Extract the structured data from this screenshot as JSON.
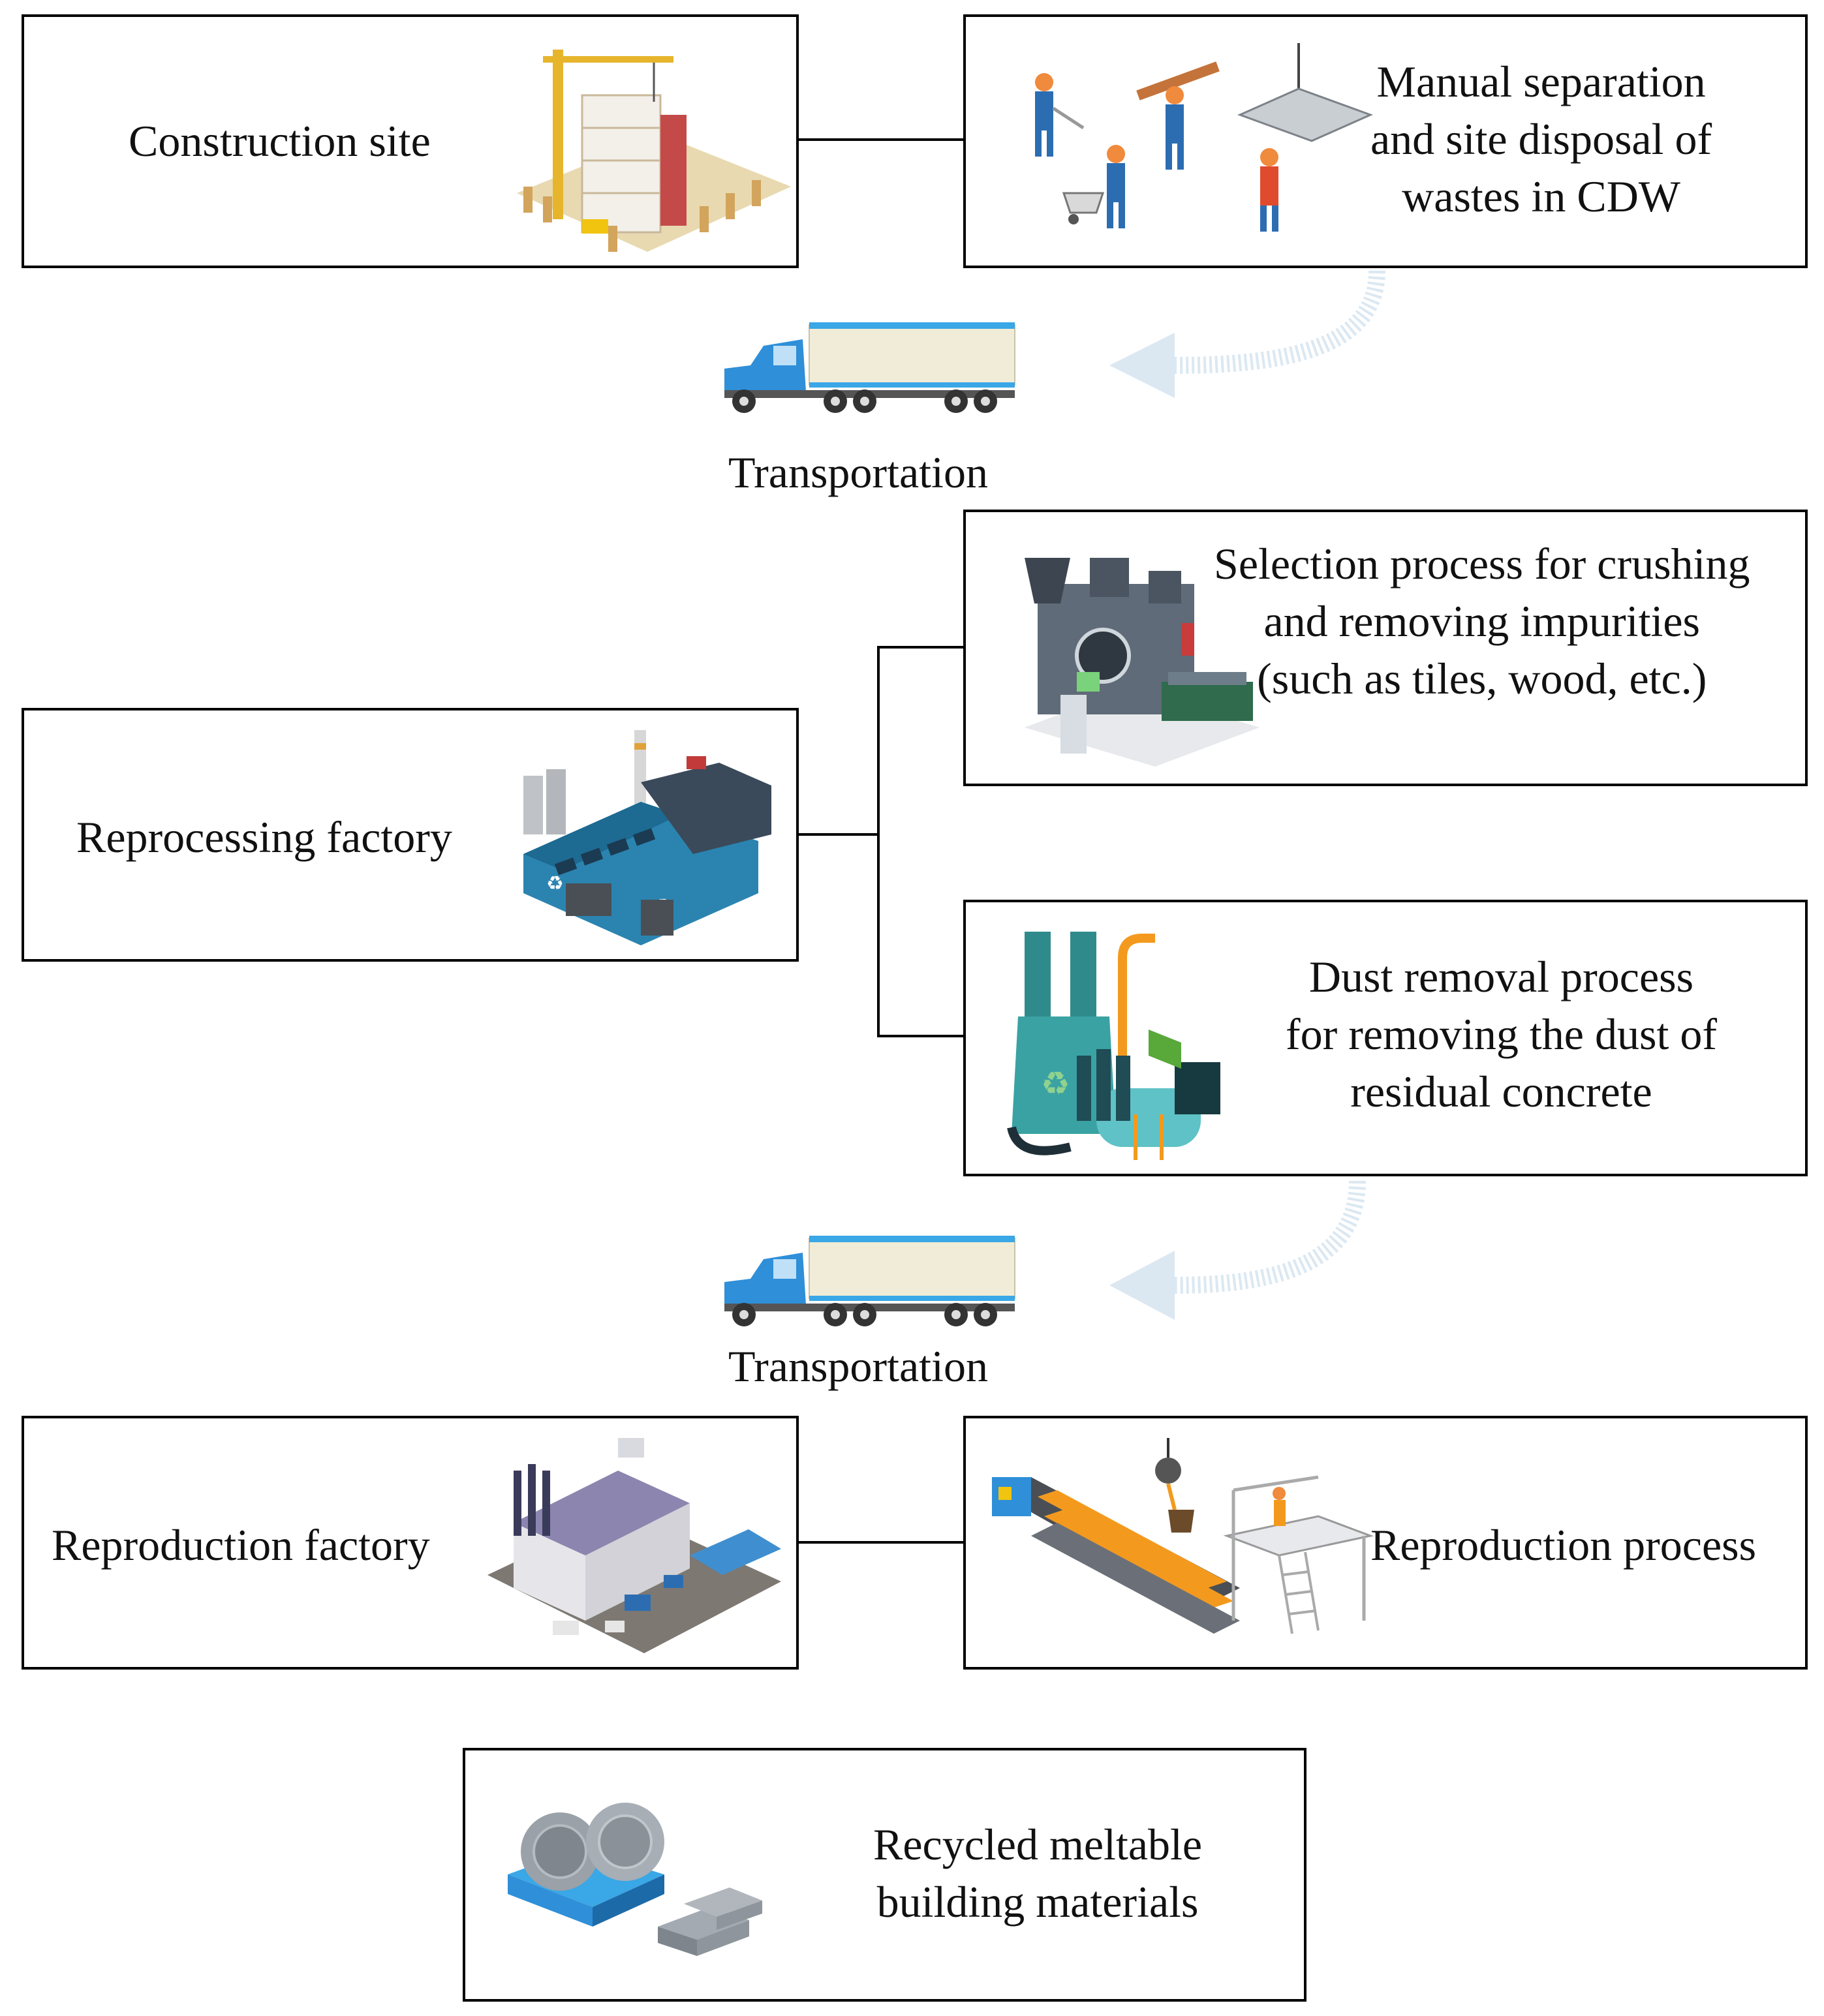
{
  "nodes": {
    "construction_site": {
      "label": "Construction site",
      "icon": "construction-crane-building-icon"
    },
    "manual_separation": {
      "lines": [
        "Manual separation",
        "and site  disposal of",
        "wastes in CDW"
      ],
      "icon": "workers-icon"
    },
    "reprocessing_factory": {
      "label": "Reprocessing factory",
      "icon": "recycling-factory-icon"
    },
    "selection_process": {
      "lines": [
        "Selection process for crushing",
        "and removing impurities",
        "(such as tiles, wood, etc.)"
      ],
      "icon": "crusher-machine-icon"
    },
    "dust_removal": {
      "lines": [
        "Dust removal process",
        "for removing the dust of",
        "residual concrete"
      ],
      "icon": "dust-collector-icon"
    },
    "reproduction_factory": {
      "label": "Reproduction factory",
      "icon": "industrial-plant-icon"
    },
    "reproduction_process": {
      "label": "Reproduction process",
      "icon": "casting-line-icon"
    },
    "recycled_materials": {
      "lines": [
        "Recycled meltable",
        "building materials"
      ],
      "icon": "metal-coils-ingots-icon"
    }
  },
  "transport": [
    {
      "label": "Transportation",
      "icon": "truck-icon"
    },
    {
      "label": "Transportation",
      "icon": "truck-icon"
    }
  ],
  "colors": {
    "truck_cab": "#2f8fd8",
    "trailer": "#f1ecd8",
    "trailer_stripe": "#3aa7e6",
    "factory_blue": "#2b84b0",
    "orange": "#f39a1e"
  }
}
